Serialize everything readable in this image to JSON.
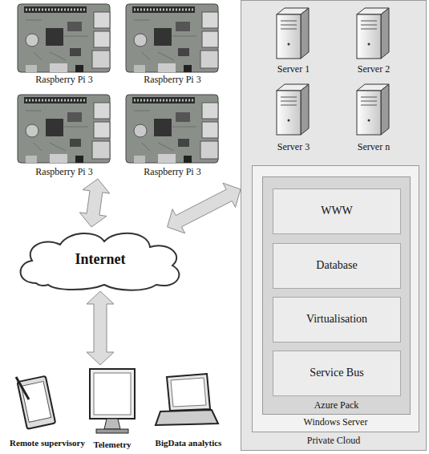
{
  "diagram": {
    "nodes": [
      {
        "text": [
          "Raspberry Pi 3"
        ]
      },
      {
        "text": [
          "Raspberry Pi 3"
        ]
      },
      {
        "text": [
          "Raspberry Pi 3"
        ]
      },
      {
        "text": [
          "Raspberry Pi 3"
        ]
      },
      {
        "text": [
          "Internet"
        ]
      },
      {
        "text": [
          "Private Cloud"
        ]
      },
      {
        "text": [
          "Server 1"
        ],
        "in": 5
      },
      {
        "text": [
          "Server 2"
        ],
        "in": 5
      },
      {
        "text": [
          "Server 3"
        ],
        "in": 5
      },
      {
        "text": [
          "Server n"
        ],
        "in": 5
      },
      {
        "text": [
          "Windows Server"
        ],
        "in": 5
      },
      {
        "text": [
          "Azure Pack"
        ],
        "in": 10
      },
      {
        "text": [
          "WWW"
        ],
        "in": 11
      },
      {
        "text": [
          "Database"
        ],
        "in": 11
      },
      {
        "text": [
          "Virtualisation"
        ],
        "in": 11
      },
      {
        "text": [
          "Service Bus"
        ],
        "in": 11
      },
      {
        "text": [
          "Remote supervisory"
        ]
      },
      {
        "text": [
          "Telemetry"
        ]
      },
      {
        "text": [
          "BigData analytics"
        ]
      }
    ],
    "edges": [
      {
        "from": 2,
        "to": 4,
        "arrow": "both"
      },
      {
        "from": 4,
        "to": 5,
        "arrow": "both"
      },
      {
        "from": 4,
        "to": 17,
        "arrow": "both"
      }
    ]
  }
}
